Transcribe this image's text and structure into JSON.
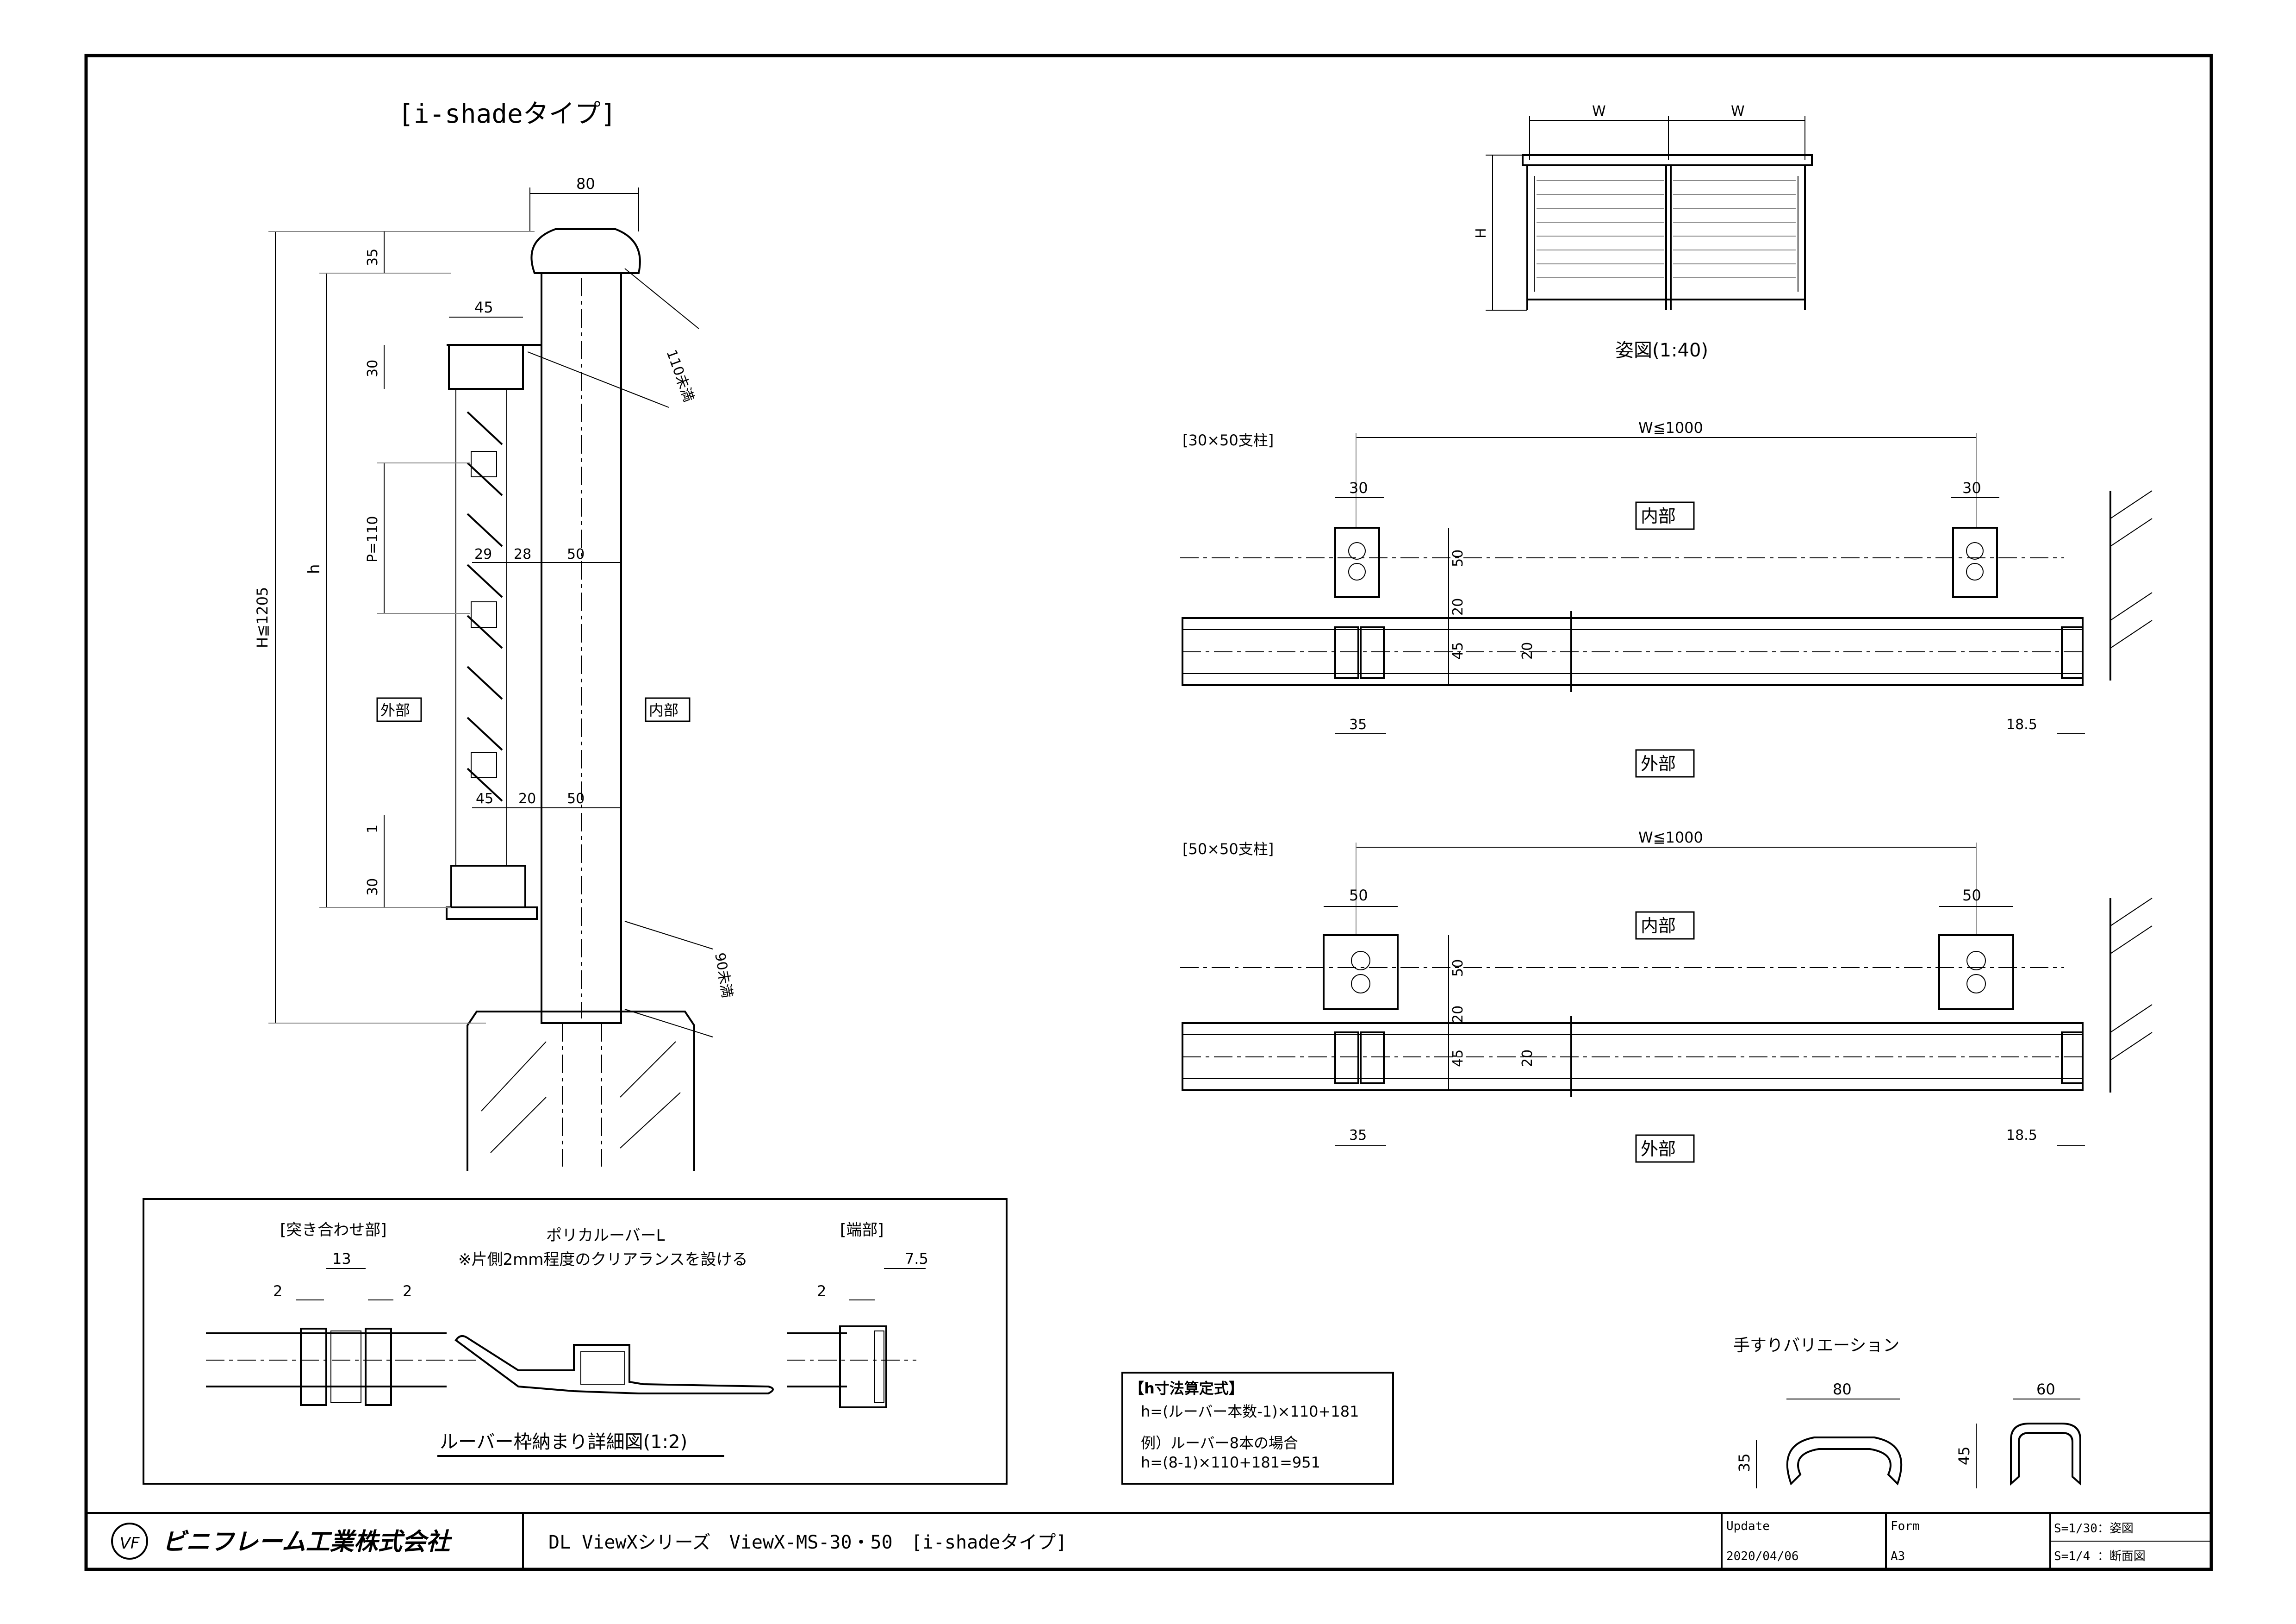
{
  "title_block": {
    "company": "ビニフレーム工業株式会社",
    "drawing_title": "DL ViewXシリーズ　ViewX-MS-30・50　[i-shadeタイプ]",
    "update_label": "Update",
    "update_value": "2020/04/06",
    "form_label": "Form",
    "form_value": "A3",
    "scale_1": "S=1/30：姿図",
    "scale_2": "S=1/4 ：断面図"
  },
  "main_section": {
    "title": "[i-shadeタイプ]",
    "dims": {
      "top_width": "80",
      "rail_width": "45",
      "d35": "35",
      "d30_top": "30",
      "h_total": "H≦1205",
      "h": "h",
      "pitch": "P=110",
      "d29": "29",
      "d28": "28",
      "d50_top": "50",
      "d45_bot": "45",
      "d20_bot": "20",
      "d50_bot": "50",
      "d1": "1",
      "d30_bot": "30",
      "lt110": "110未満",
      "lt90": "90未満"
    },
    "outside": "外部",
    "inside": "内部"
  },
  "elevation": {
    "caption": "姿図(1:40)",
    "w1": "W",
    "w2": "W",
    "h": "H"
  },
  "plan_30": {
    "title": "[30×50支柱]",
    "w": "W≦1000",
    "left_30": "30",
    "right_30": "30",
    "inside": "内部",
    "outside": "外部",
    "d50": "50",
    "d20": "20",
    "d45": "45",
    "d20b": "20",
    "d35": "35",
    "d18": "18.5"
  },
  "plan_50": {
    "title": "[50×50支柱]",
    "w": "W≦1000",
    "left_50": "50",
    "right_50": "50",
    "inside": "内部",
    "outside": "外部",
    "d50": "50",
    "d20": "20",
    "d45": "45",
    "d20b": "20",
    "d35": "35",
    "d18": "18.5"
  },
  "louver_detail": {
    "butt_joint": "[突き合わせ部]",
    "louver_name": "ポリカルーバーL",
    "clearance_note": "※片側2mm程度のクリアランスを設ける",
    "end_part": "[端部]",
    "d13": "13",
    "d2a": "2",
    "d2b": "2",
    "d2c": "2",
    "d75": "7.5",
    "caption": "ルーバー枠納まり詳細図(1:2)"
  },
  "formula": {
    "title": "【h寸法算定式】",
    "line1": "h=(ルーバー本数-1)×110+181",
    "line2": "例）ルーバー8本の場合",
    "line3": "h=(8-1)×110+181=951"
  },
  "handrail": {
    "title": "手すりバリエーション",
    "w80": "80",
    "h35": "35",
    "w60": "60",
    "h45": "45"
  }
}
